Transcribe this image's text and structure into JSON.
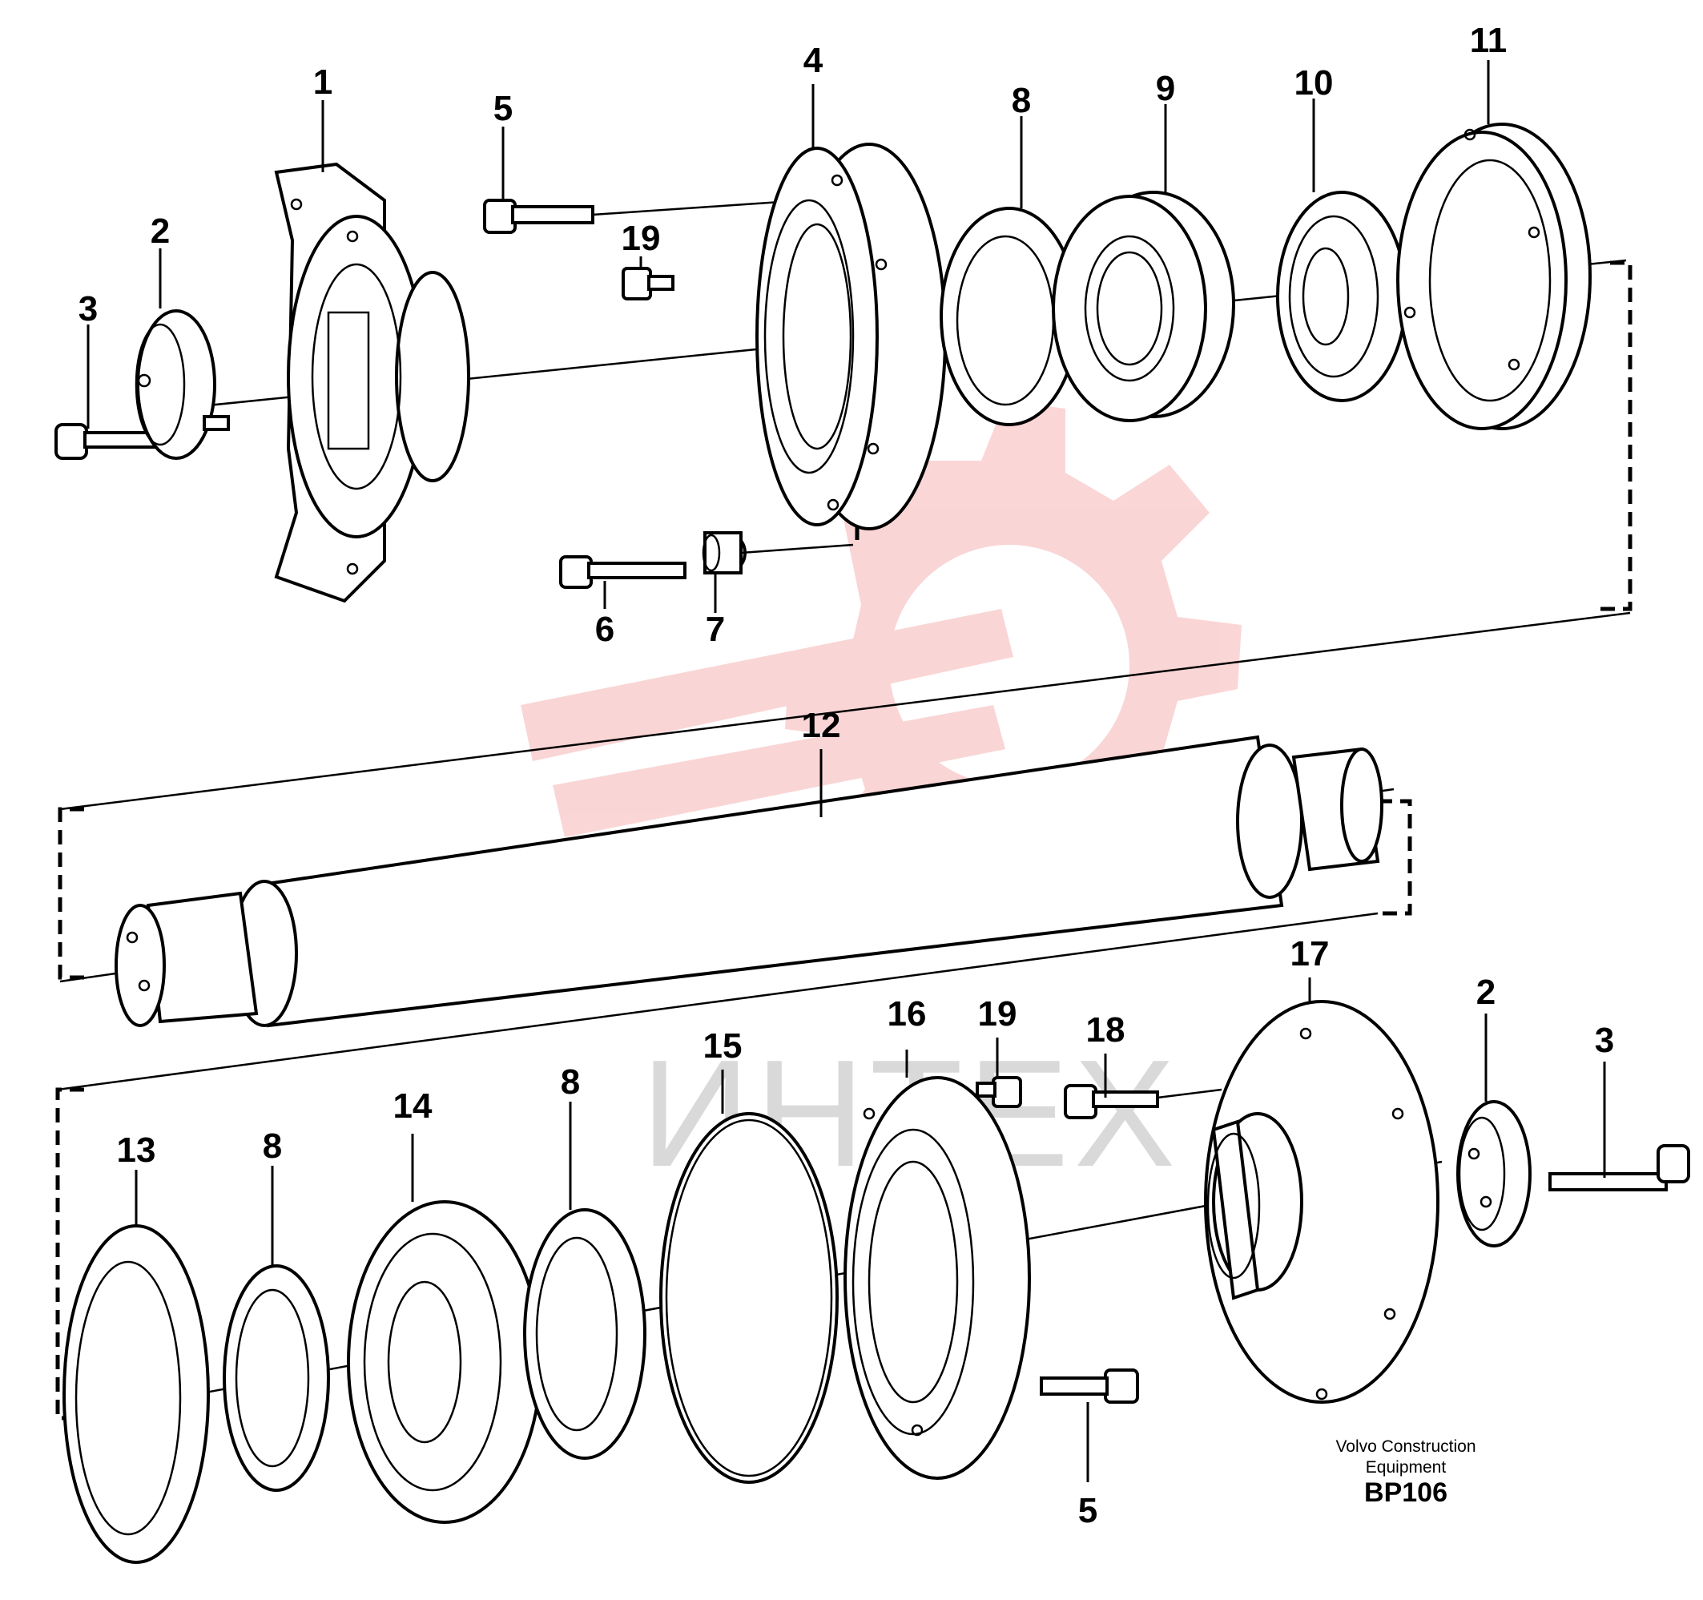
{
  "callouts": {
    "c1": "1",
    "c2a": "2",
    "c3a": "3",
    "c4": "4",
    "c5a": "5",
    "c6": "6",
    "c7": "7",
    "c8a": "8",
    "c9": "9",
    "c10": "10",
    "c11": "11",
    "c12": "12",
    "c13": "13",
    "c8b": "8",
    "c14": "14",
    "c8c": "8",
    "c15": "15",
    "c16": "16",
    "c19a": "19",
    "c19b": "19",
    "c18": "18",
    "c17": "17",
    "c2b": "2",
    "c3b": "3",
    "c5b": "5"
  },
  "credit": {
    "line1": "Volvo Construction",
    "line2": "Equipment",
    "code": "BP106"
  },
  "watermark": {
    "text": "ИНТЕХ",
    "gear_color": "#f06a6a"
  }
}
